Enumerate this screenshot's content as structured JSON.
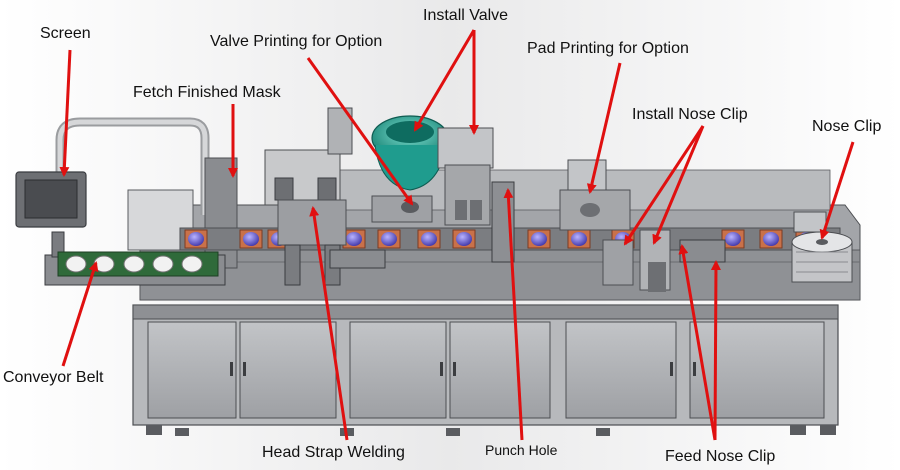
{
  "labels": {
    "screen": "Screen",
    "fetch_finished_mask": "Fetch Finished Mask",
    "valve_printing": "Valve Printing for Option",
    "install_valve": "Install Valve",
    "pad_printing": "Pad Printing for Option",
    "install_nose_clip": "Install Nose Clip",
    "nose_clip": "Nose Clip",
    "conveyor_belt": "Conveyor Belt",
    "head_strap_welding": "Head Strap Welding",
    "punch_hole": "Punch Hole",
    "feed_nose_clip": "Feed Nose Clip"
  },
  "colors": {
    "arrow": "#e01010",
    "machine_body": "#a7a9ac",
    "machine_dark": "#6d6f73",
    "cabinet": "#b3b5b8",
    "bowl": "#1f9c8e",
    "mask_cup": "#5a4fd0",
    "mask_holder": "#c9714a",
    "conveyor_green": "#2f6a3a"
  }
}
